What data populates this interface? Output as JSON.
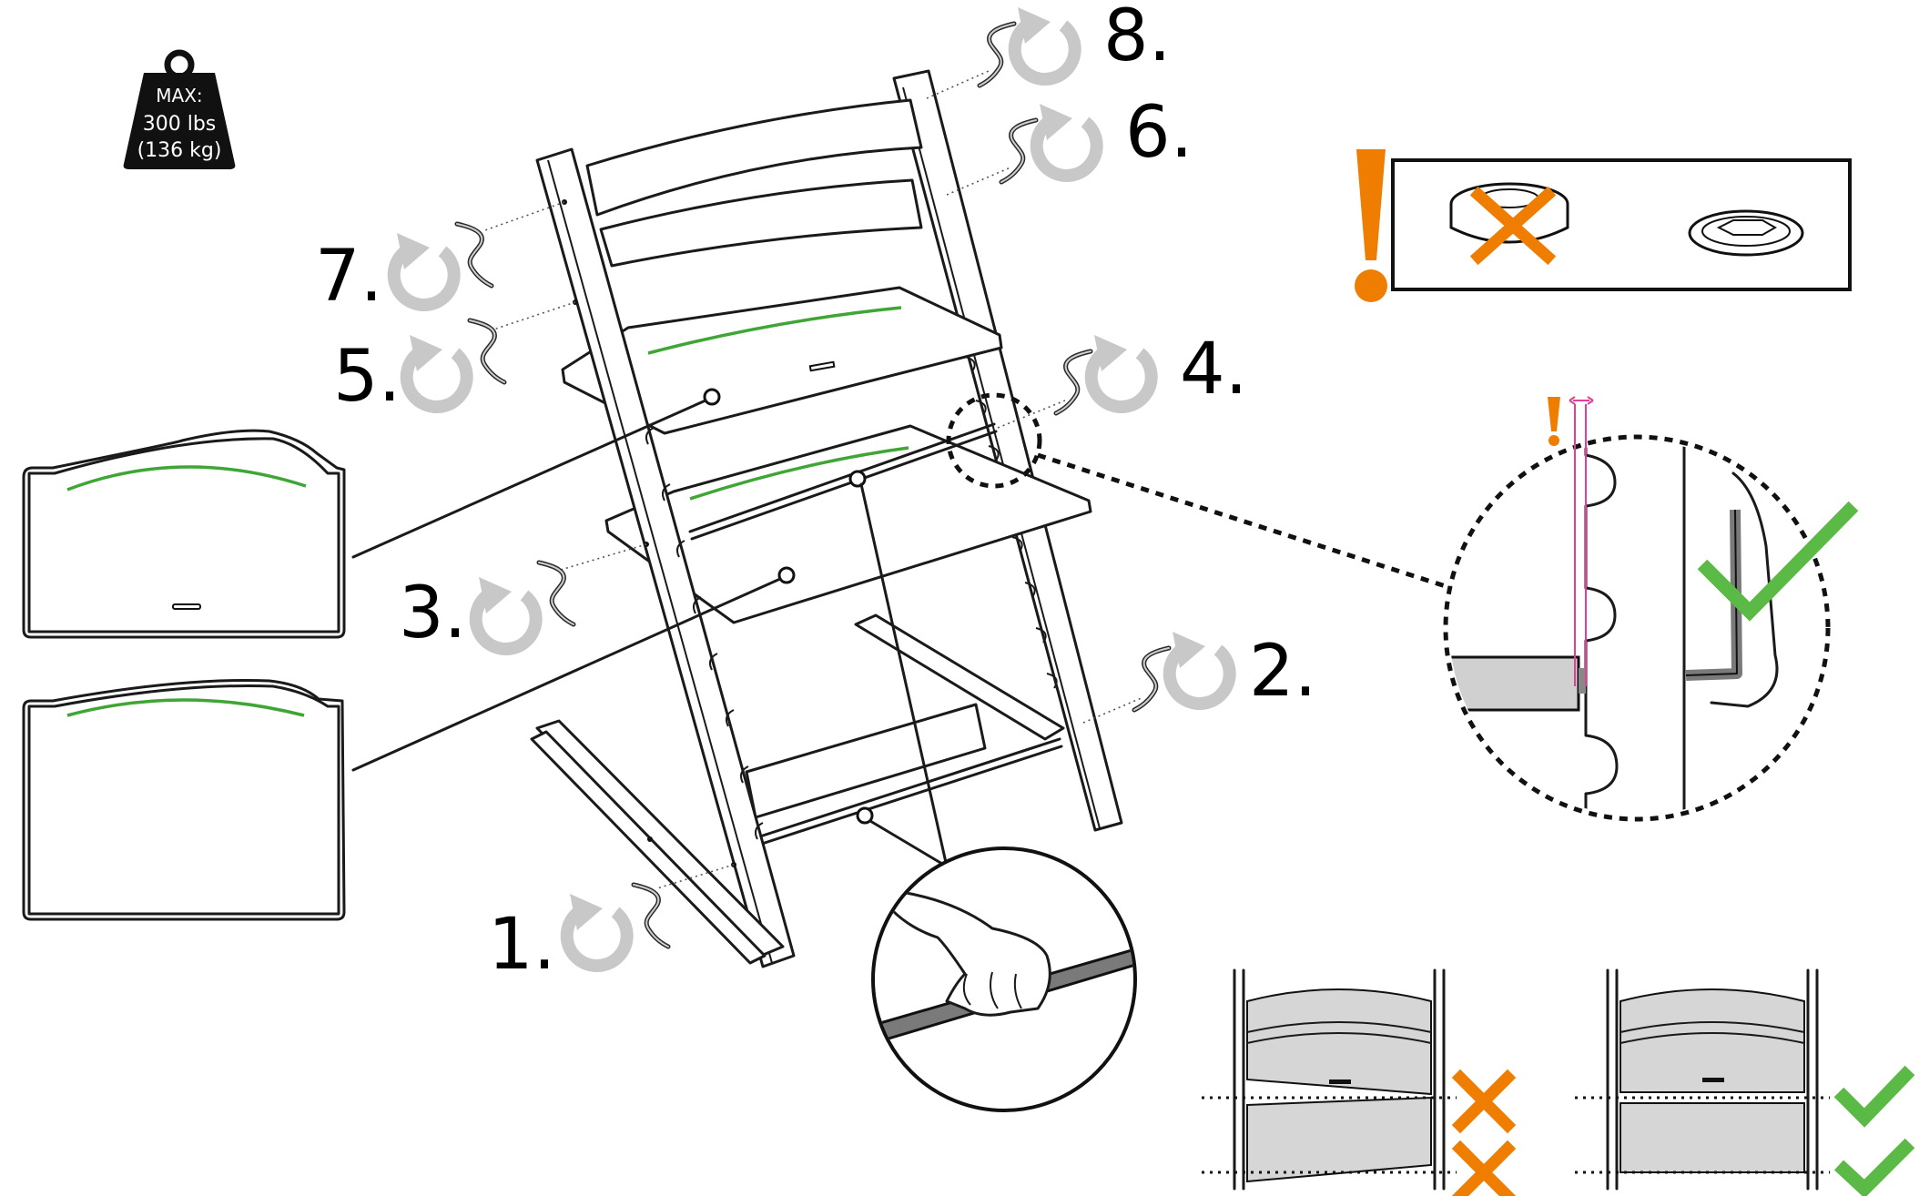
{
  "weight_badge": {
    "line1": "MAX:",
    "line2": "300 lbs",
    "line3": "(136 kg)",
    "icon": "weight-icon"
  },
  "steps": [
    {
      "label": "1."
    },
    {
      "label": "2."
    },
    {
      "label": "3."
    },
    {
      "label": "4."
    },
    {
      "label": "5."
    },
    {
      "label": "6."
    },
    {
      "label": "7."
    },
    {
      "label": "8."
    }
  ],
  "icons": {
    "rotate": "rotate-clockwise-icon",
    "allen_key": "allen-key-icon",
    "warning": "exclamation-icon",
    "wrong": "cross-icon",
    "right": "check-icon"
  },
  "colors": {
    "warning_orange": "#ef7d00",
    "check_green": "#5bb946",
    "seat_line_green": "#3fa535",
    "rotate_gray": "#c8c8c8",
    "gap_measure_magenta": "#e0409a"
  }
}
